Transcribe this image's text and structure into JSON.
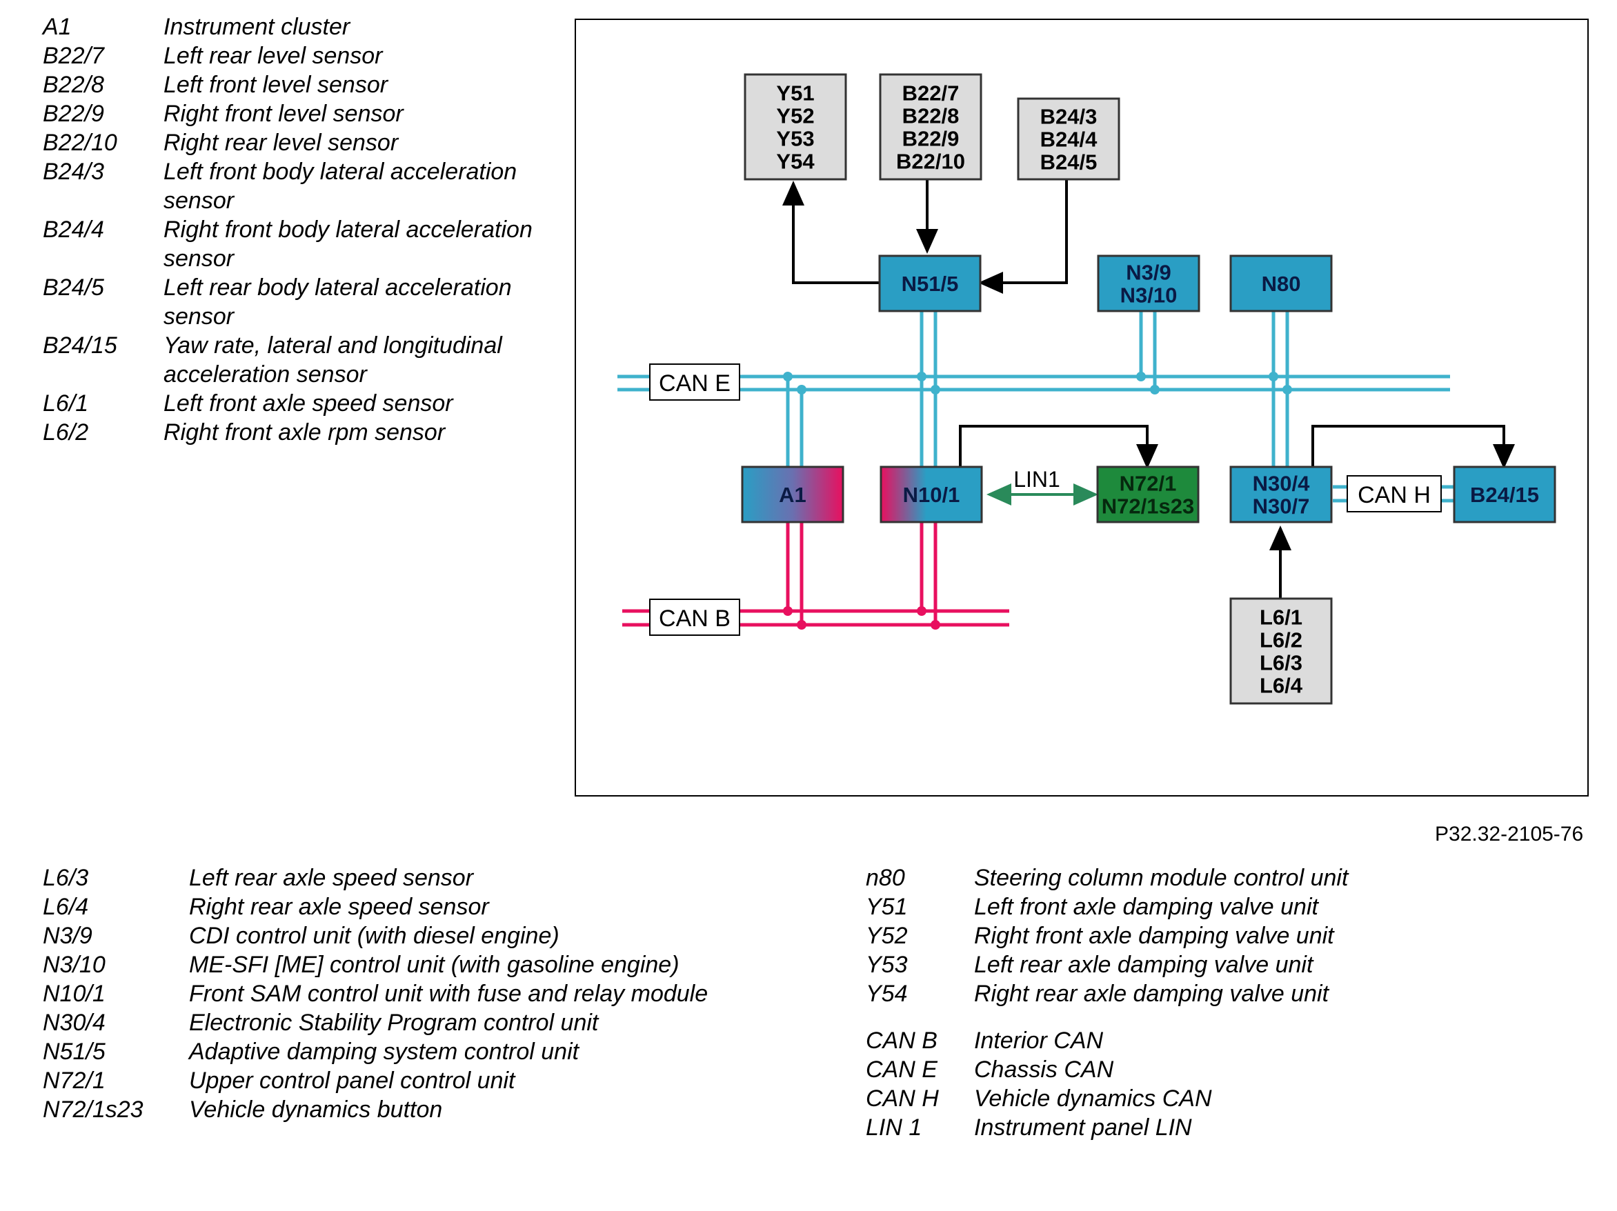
{
  "legend_top_left": [
    {
      "code": "A1",
      "desc": "Instrument cluster"
    },
    {
      "code": "B22/7",
      "desc": "Left rear level sensor"
    },
    {
      "code": "B22/8",
      "desc": "Left front level sensor"
    },
    {
      "code": "B22/9",
      "desc": "Right front level sensor"
    },
    {
      "code": "B22/10",
      "desc": "Right rear level sensor"
    },
    {
      "code": "B24/3",
      "desc": "Left front body lateral acceleration sensor"
    },
    {
      "code": "B24/4",
      "desc": "Right front body lateral acceleration sensor"
    },
    {
      "code": "B24/5",
      "desc": "Left rear body lateral acceleration sensor"
    },
    {
      "code": "B24/15",
      "desc": "Yaw rate, lateral and longitudinal acceleration sensor"
    },
    {
      "code": "L6/1",
      "desc": "Left front axle speed sensor"
    },
    {
      "code": "L6/2",
      "desc": "Right front axle rpm sensor"
    }
  ],
  "legend_bottom_left": [
    {
      "code": "L6/3",
      "desc": "Left rear axle speed sensor"
    },
    {
      "code": "L6/4",
      "desc": "Right rear axle speed sensor"
    },
    {
      "code": "N3/9",
      "desc": "CDI control unit (with diesel engine)"
    },
    {
      "code": "N3/10",
      "desc": "ME-SFI [ME] control unit (with gasoline engine)"
    },
    {
      "code": "N10/1",
      "desc": "Front SAM control unit with fuse and relay module"
    },
    {
      "code": "N30/4",
      "desc": "Electronic Stability Program control unit"
    },
    {
      "code": "N51/5",
      "desc": "Adaptive damping system control unit"
    },
    {
      "code": "N72/1",
      "desc": "Upper control panel control unit"
    },
    {
      "code": "N72/1s23",
      "desc": "Vehicle dynamics button"
    }
  ],
  "legend_bottom_right_units": [
    {
      "code": "n80",
      "desc": "Steering column module control unit"
    },
    {
      "code": "Y51",
      "desc": "Left front axle damping valve unit"
    },
    {
      "code": "Y52",
      "desc": "Right front axle damping valve unit"
    },
    {
      "code": "Y53",
      "desc": "Left rear axle damping valve unit"
    },
    {
      "code": "Y54",
      "desc": "Right rear axle damping valve unit"
    }
  ],
  "legend_bottom_right_buses": [
    {
      "code": "CAN B",
      "desc": "Interior CAN"
    },
    {
      "code": "CAN E",
      "desc": "Chassis CAN"
    },
    {
      "code": "CAN H",
      "desc": "Vehicle dynamics CAN"
    },
    {
      "code": "LIN 1",
      "desc": "Instrument panel LIN"
    }
  ],
  "reference": "P32.32-2105-76",
  "colors": {
    "can_e": "#3fb2cc",
    "can_b": "#e8105f",
    "unit_blue": "#2a9ec4",
    "unit_green": "#1e8a3c",
    "sensor_gray": "#dcdcdc",
    "lin": "#2a8a5a"
  },
  "diagram": {
    "boxes": {
      "y_valves": [
        "Y51",
        "Y52",
        "Y53",
        "Y54"
      ],
      "level_sensors": [
        "B22/7",
        "B22/8",
        "B22/9",
        "B22/10"
      ],
      "accel_sensors": [
        "B24/3",
        "B24/4",
        "B24/5"
      ],
      "n51_5": [
        "N51/5"
      ],
      "n3": [
        "N3/9",
        "N3/10"
      ],
      "n80": [
        "N80"
      ],
      "a1": [
        "A1"
      ],
      "n10_1": [
        "N10/1"
      ],
      "n72": [
        "N72/1",
        "N72/1s23"
      ],
      "n30": [
        "N30/4",
        "N30/7"
      ],
      "b24_15": [
        "B24/15"
      ],
      "axle_sensors": [
        "L6/1",
        "L6/2",
        "L6/3",
        "L6/4"
      ]
    },
    "bus_labels": {
      "can_e": "CAN E",
      "can_b": "CAN B",
      "can_h": "CAN H",
      "lin1": "LIN1"
    }
  }
}
